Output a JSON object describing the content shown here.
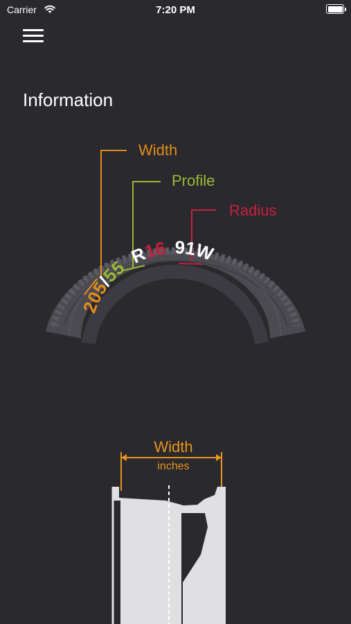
{
  "status": {
    "carrier": "Carrier",
    "time": "7:20 PM"
  },
  "header": {
    "title": "Information"
  },
  "tire": {
    "labels": {
      "width": "Width",
      "profile": "Profile",
      "radius": "Radius"
    },
    "marking": {
      "width": "205",
      "separator": "/",
      "profile": "55",
      "r": "R",
      "radius": "16",
      "load_speed": "91W"
    }
  },
  "rim": {
    "label": "Width",
    "unit": "inches"
  },
  "colors": {
    "width": "#e38d1c",
    "profile": "#9cba35",
    "radius": "#c8203e",
    "background": "#2a292e",
    "tire": "#4b4a50"
  }
}
